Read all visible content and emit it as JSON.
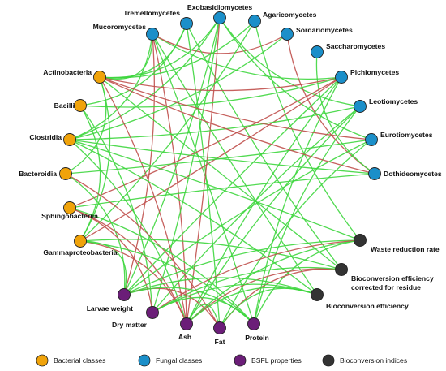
{
  "colors": {
    "bacterial": "#F0A30A",
    "fungal": "#1B8FC9",
    "bsfl": "#6B1E78",
    "bioconversion": "#333333",
    "edge_positive": "#3ED63E",
    "edge_negative": "#C0504D",
    "node_stroke": "#222222"
  },
  "nodes": [
    {
      "id": "mucoromycetes",
      "label": "Mucoromycetes",
      "group": "fungal"
    },
    {
      "id": "tremellomycetes",
      "label": "Tremellomycetes",
      "group": "fungal"
    },
    {
      "id": "exobasidiomycetes",
      "label": "Exobasidiomycetes",
      "group": "fungal"
    },
    {
      "id": "agaricomycetes",
      "label": "Agaricomycetes",
      "group": "fungal"
    },
    {
      "id": "sordariomycetes",
      "label": "Sordariomycetes",
      "group": "fungal"
    },
    {
      "id": "saccharomycetes",
      "label": "Saccharomycetes",
      "group": "fungal"
    },
    {
      "id": "pichiomycetes",
      "label": "Pichiomycetes",
      "group": "fungal"
    },
    {
      "id": "leotiomycetes",
      "label": "Leotiomycetes",
      "group": "fungal"
    },
    {
      "id": "eurotiomycetes",
      "label": "Eurotiomycetes",
      "group": "fungal"
    },
    {
      "id": "dothideomycetes",
      "label": "Dothideomycetes",
      "group": "fungal"
    },
    {
      "id": "waste_reduction",
      "label": "Waste reduction rate",
      "group": "bioconversion"
    },
    {
      "id": "bce_corrected",
      "label": "Bioconversion efficiency",
      "label2": "corrected for residue",
      "group": "bioconversion"
    },
    {
      "id": "bce",
      "label": "Bioconversion efficiency",
      "group": "bioconversion"
    },
    {
      "id": "protein",
      "label": "Protein",
      "group": "bsfl"
    },
    {
      "id": "fat",
      "label": "Fat",
      "group": "bsfl"
    },
    {
      "id": "ash",
      "label": "Ash",
      "group": "bsfl"
    },
    {
      "id": "dry_matter",
      "label": "Dry matter",
      "group": "bsfl"
    },
    {
      "id": "larvae_weight",
      "label": "Larvae weight",
      "group": "bsfl"
    },
    {
      "id": "gammaproteobacteria",
      "label": "Gammaproteobacteria",
      "group": "bacterial"
    },
    {
      "id": "sphingobacteriia",
      "label": "Sphingobacteriia",
      "group": "bacterial"
    },
    {
      "id": "bacteroidia",
      "label": "Bacteroidia",
      "group": "bacterial"
    },
    {
      "id": "clostridia",
      "label": "Clostridia",
      "group": "bacterial"
    },
    {
      "id": "bacilli",
      "label": "Bacilli",
      "group": "bacterial"
    },
    {
      "id": "actinobacteria",
      "label": "Actinobacteria",
      "group": "bacterial"
    }
  ],
  "edges": [
    [
      "mucoromycetes",
      "pichiomycetes",
      "pos"
    ],
    [
      "mucoromycetes",
      "sordariomycetes",
      "neg"
    ],
    [
      "mucoromycetes",
      "actinobacteria",
      "pos"
    ],
    [
      "mucoromycetes",
      "clostridia",
      "pos"
    ],
    [
      "mucoromycetes",
      "ash",
      "neg"
    ],
    [
      "mucoromycetes",
      "protein",
      "pos"
    ],
    [
      "mucoromycetes",
      "bce",
      "pos"
    ],
    [
      "mucoromycetes",
      "larvae_weight",
      "neg"
    ],
    [
      "tremellomycetes",
      "actinobacteria",
      "pos"
    ],
    [
      "tremellomycetes",
      "bacilli",
      "pos"
    ],
    [
      "tremellomycetes",
      "bce_corrected",
      "pos"
    ],
    [
      "tremellomycetes",
      "fat",
      "pos"
    ],
    [
      "exobasidiomycetes",
      "actinobacteria",
      "pos"
    ],
    [
      "exobasidiomycetes",
      "clostridia",
      "pos"
    ],
    [
      "exobasidiomycetes",
      "larvae_weight",
      "pos"
    ],
    [
      "exobasidiomycetes",
      "dry_matter",
      "pos"
    ],
    [
      "exobasidiomycetes",
      "ash",
      "neg"
    ],
    [
      "exobasidiomycetes",
      "eurotiomycetes",
      "pos"
    ],
    [
      "exobasidiomycetes",
      "leotiomycetes",
      "pos"
    ],
    [
      "agaricomycetes",
      "actinobacteria",
      "pos"
    ],
    [
      "agaricomycetes",
      "gammaproteobacteria",
      "pos"
    ],
    [
      "agaricomycetes",
      "waste_reduction",
      "pos"
    ],
    [
      "sordariomycetes",
      "clostridia",
      "pos"
    ],
    [
      "sordariomycetes",
      "dothideomycetes",
      "neg"
    ],
    [
      "saccharomycetes",
      "dothideomycetes",
      "pos"
    ],
    [
      "pichiomycetes",
      "actinobacteria",
      "neg"
    ],
    [
      "pichiomycetes",
      "bacilli",
      "pos"
    ],
    [
      "pichiomycetes",
      "gammaproteobacteria",
      "neg"
    ],
    [
      "pichiomycetes",
      "sphingobacteriia",
      "neg"
    ],
    [
      "pichiomycetes",
      "ash",
      "pos"
    ],
    [
      "pichiomycetes",
      "larvae_weight",
      "pos"
    ],
    [
      "pichiomycetes",
      "protein",
      "pos"
    ],
    [
      "leotiomycetes",
      "clostridia",
      "pos"
    ],
    [
      "leotiomycetes",
      "ash",
      "pos"
    ],
    [
      "leotiomycetes",
      "protein",
      "pos"
    ],
    [
      "leotiomycetes",
      "dry_matter",
      "pos"
    ],
    [
      "eurotiomycetes",
      "actinobacteria",
      "neg"
    ],
    [
      "eurotiomycetes",
      "bacteroidia",
      "pos"
    ],
    [
      "eurotiomycetes",
      "larvae_weight",
      "pos"
    ],
    [
      "eurotiomycetes",
      "fat",
      "pos"
    ],
    [
      "dothideomycetes",
      "actinobacteria",
      "neg"
    ],
    [
      "dothideomycetes",
      "sphingobacteriia",
      "pos"
    ],
    [
      "dothideomycetes",
      "clostridia",
      "pos"
    ],
    [
      "actinobacteria",
      "bacteroidia",
      "pos"
    ],
    [
      "actinobacteria",
      "ash",
      "neg"
    ],
    [
      "actinobacteria",
      "bce_corrected",
      "pos"
    ],
    [
      "actinobacteria",
      "gammaproteobacteria",
      "pos"
    ],
    [
      "bacilli",
      "dry_matter",
      "pos"
    ],
    [
      "bacilli",
      "gammaproteobacteria",
      "pos"
    ],
    [
      "clostridia",
      "waste_reduction",
      "pos"
    ],
    [
      "clostridia",
      "bce",
      "pos"
    ],
    [
      "clostridia",
      "ash",
      "pos"
    ],
    [
      "bacteroidia",
      "fat",
      "neg"
    ],
    [
      "bacteroidia",
      "larvae_weight",
      "pos"
    ],
    [
      "sphingobacteriia",
      "ash",
      "neg"
    ],
    [
      "sphingobacteriia",
      "protein",
      "pos"
    ],
    [
      "sphingobacteriia",
      "dry_matter",
      "neg"
    ],
    [
      "gammaproteobacteria",
      "larvae_weight",
      "pos"
    ],
    [
      "gammaproteobacteria",
      "ash",
      "neg"
    ],
    [
      "gammaproteobacteria",
      "protein",
      "pos"
    ],
    [
      "gammaproteobacteria",
      "bce_corrected",
      "pos"
    ],
    [
      "waste_reduction",
      "larvae_weight",
      "pos"
    ],
    [
      "waste_reduction",
      "ash",
      "pos"
    ],
    [
      "waste_reduction",
      "dry_matter",
      "neg"
    ],
    [
      "waste_reduction",
      "protein",
      "pos"
    ],
    [
      "bce_corrected",
      "ash",
      "neg"
    ],
    [
      "bce_corrected",
      "fat",
      "neg"
    ],
    [
      "bce_corrected",
      "dry_matter",
      "pos"
    ],
    [
      "bce",
      "ash",
      "pos"
    ],
    [
      "bce",
      "fat",
      "pos"
    ],
    [
      "bce",
      "dry_matter",
      "pos"
    ],
    [
      "bce",
      "larvae_weight",
      "pos"
    ],
    [
      "larvae_weight",
      "fat",
      "neg"
    ],
    [
      "larvae_weight",
      "protein",
      "pos"
    ],
    [
      "dry_matter",
      "protein",
      "pos"
    ],
    [
      "ash",
      "fat",
      "pos"
    ]
  ],
  "legend": [
    {
      "label": "Bacterial classes",
      "group": "bacterial"
    },
    {
      "label": "Fungal classes",
      "group": "fungal"
    },
    {
      "label": "BSFL properties",
      "group": "bsfl"
    },
    {
      "label": "Bioconversion indices",
      "group": "bioconversion"
    }
  ]
}
